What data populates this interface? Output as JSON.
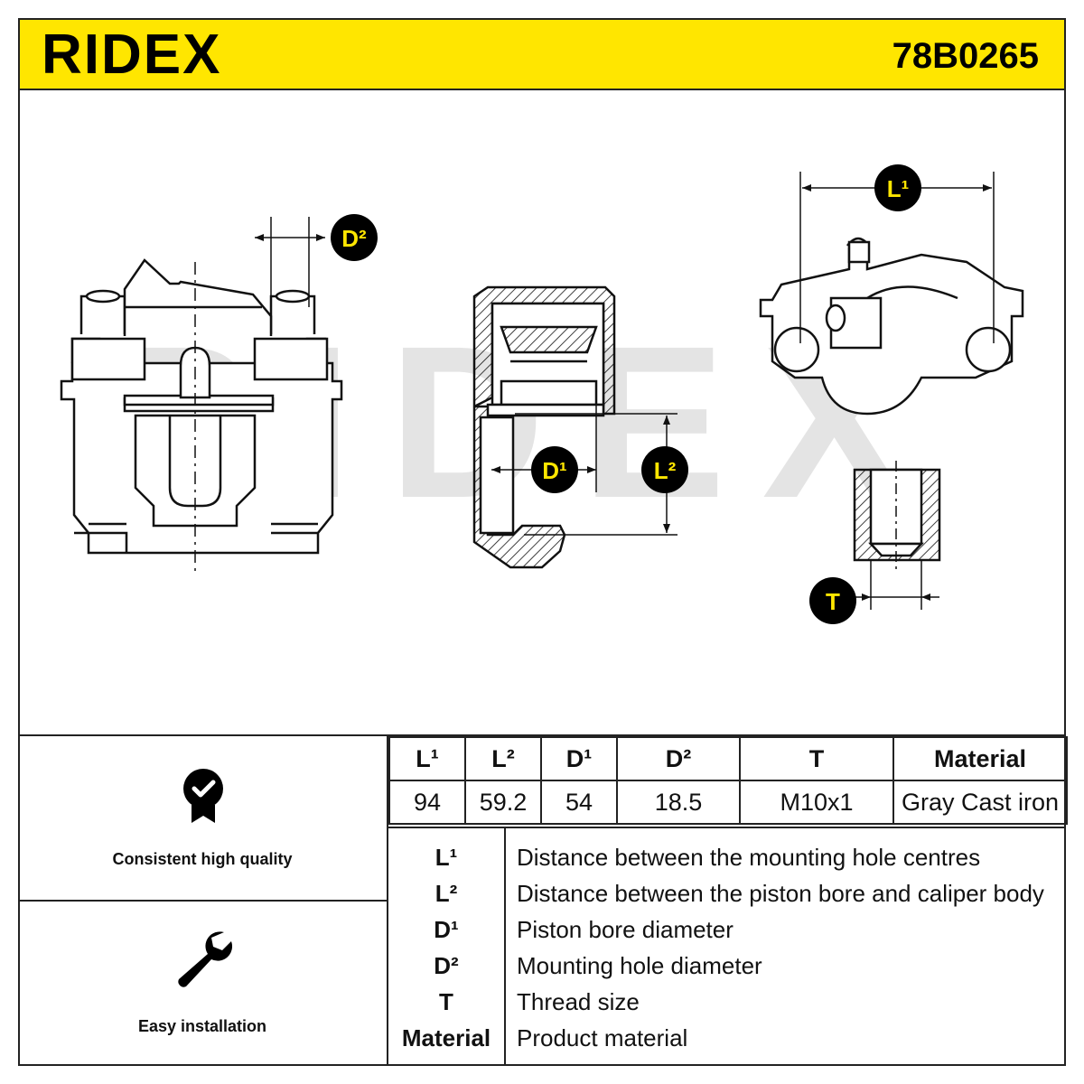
{
  "header": {
    "brand": "RIDEX",
    "part_number": "78B0265"
  },
  "drawing": {
    "watermark": "RIDEX",
    "callouts": {
      "d2": "D²",
      "d1": "D¹",
      "l1": "L¹",
      "l2": "L²",
      "t": "T"
    }
  },
  "features": [
    {
      "label": "Consistent high quality",
      "icon": "quality-badge-icon"
    },
    {
      "label": "Easy installation",
      "icon": "wrench-icon"
    }
  ],
  "specs": {
    "headers": [
      "L¹",
      "L²",
      "D¹",
      "D²",
      "T",
      "Material"
    ],
    "values": [
      "94",
      "59.2",
      "54",
      "18.5",
      "M10x1",
      "Gray Cast iron"
    ]
  },
  "legend": [
    {
      "key": "L¹",
      "desc": "Distance between the mounting hole centres"
    },
    {
      "key": "L²",
      "desc": "Distance between the piston bore and caliper body"
    },
    {
      "key": "D¹",
      "desc": "Piston bore diameter"
    },
    {
      "key": "D²",
      "desc": "Mounting hole diameter"
    },
    {
      "key": "T",
      "desc": "Thread size"
    },
    {
      "key": "Material",
      "desc": "Product material"
    }
  ],
  "colors": {
    "brand_yellow": "#ffe600",
    "callout_badge": "#000000",
    "callout_text": "#ffe600"
  }
}
